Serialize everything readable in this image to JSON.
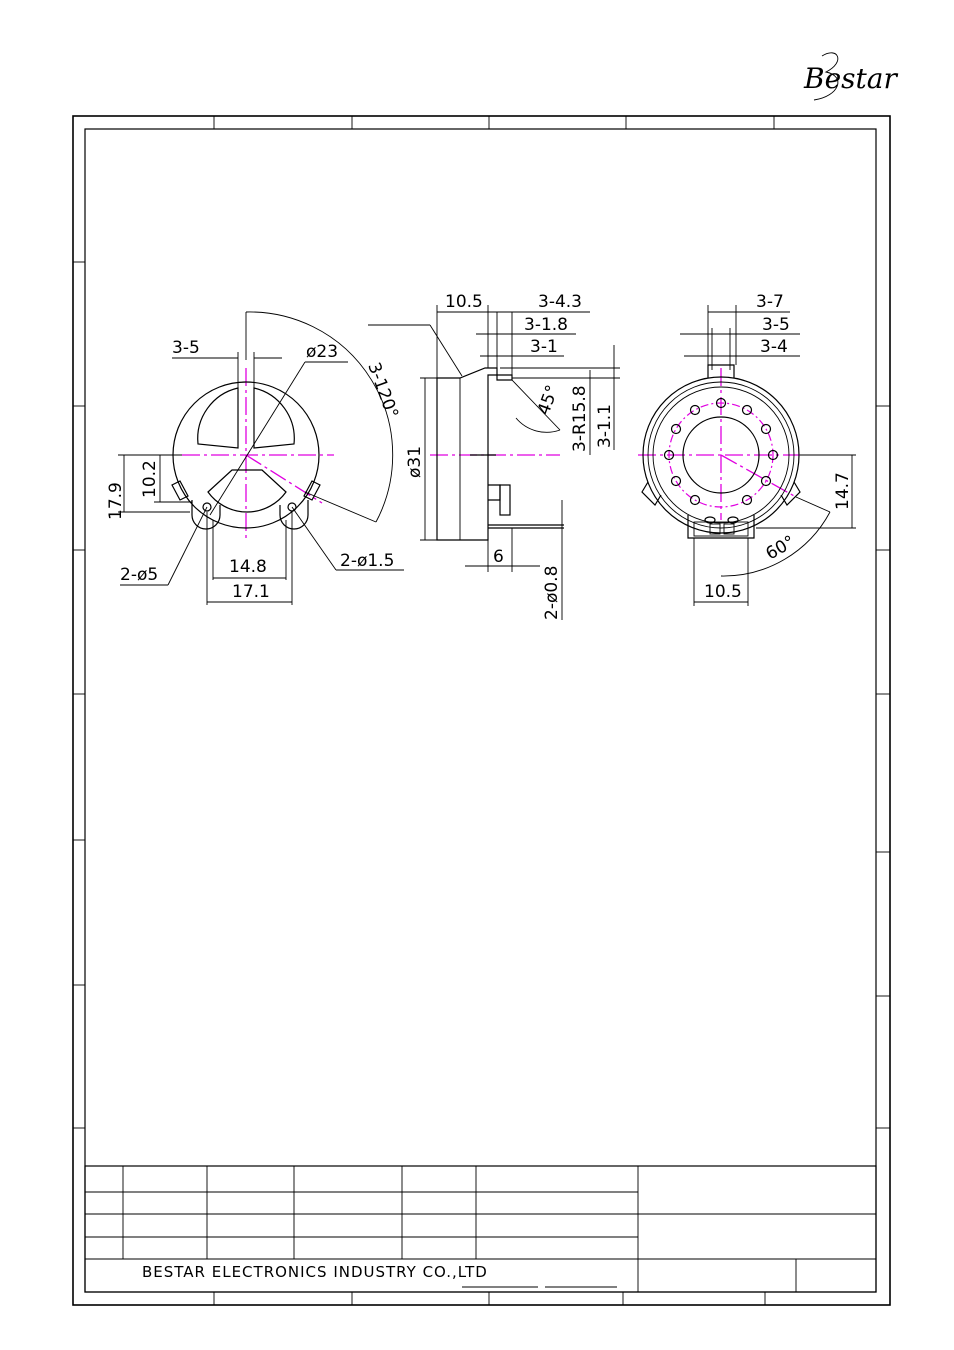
{
  "logo": {
    "text": "Bestar"
  },
  "company": {
    "name": "BESTAR ELECTRONICS INDUSTRY CO.,LTD"
  },
  "front_view": {
    "dims": {
      "slot_width": "3-5",
      "diameter": "ø23",
      "angle": "3-120°",
      "height_total": "17.9",
      "height_to_hole": "10.2",
      "hole_spacing": "14.8",
      "tab_width": "17.1",
      "large_holes": "2-ø5",
      "small_holes": "2-ø1.5"
    }
  },
  "side_view": {
    "dims": {
      "depth": "10.5",
      "d1": "3-4.3",
      "d2": "3-1.8",
      "d3": "3-1",
      "angle": "45°",
      "radius": "3-R15.8",
      "d4": "3-1.1",
      "outer_diameter": "ø31",
      "pin_length": "6",
      "pin_diameter": "2-ø0.8"
    }
  },
  "rear_view": {
    "dims": {
      "d1": "3-7",
      "d2": "3-5",
      "d3": "3-4",
      "height": "14.7",
      "angle": "60°",
      "width": "10.5"
    }
  }
}
